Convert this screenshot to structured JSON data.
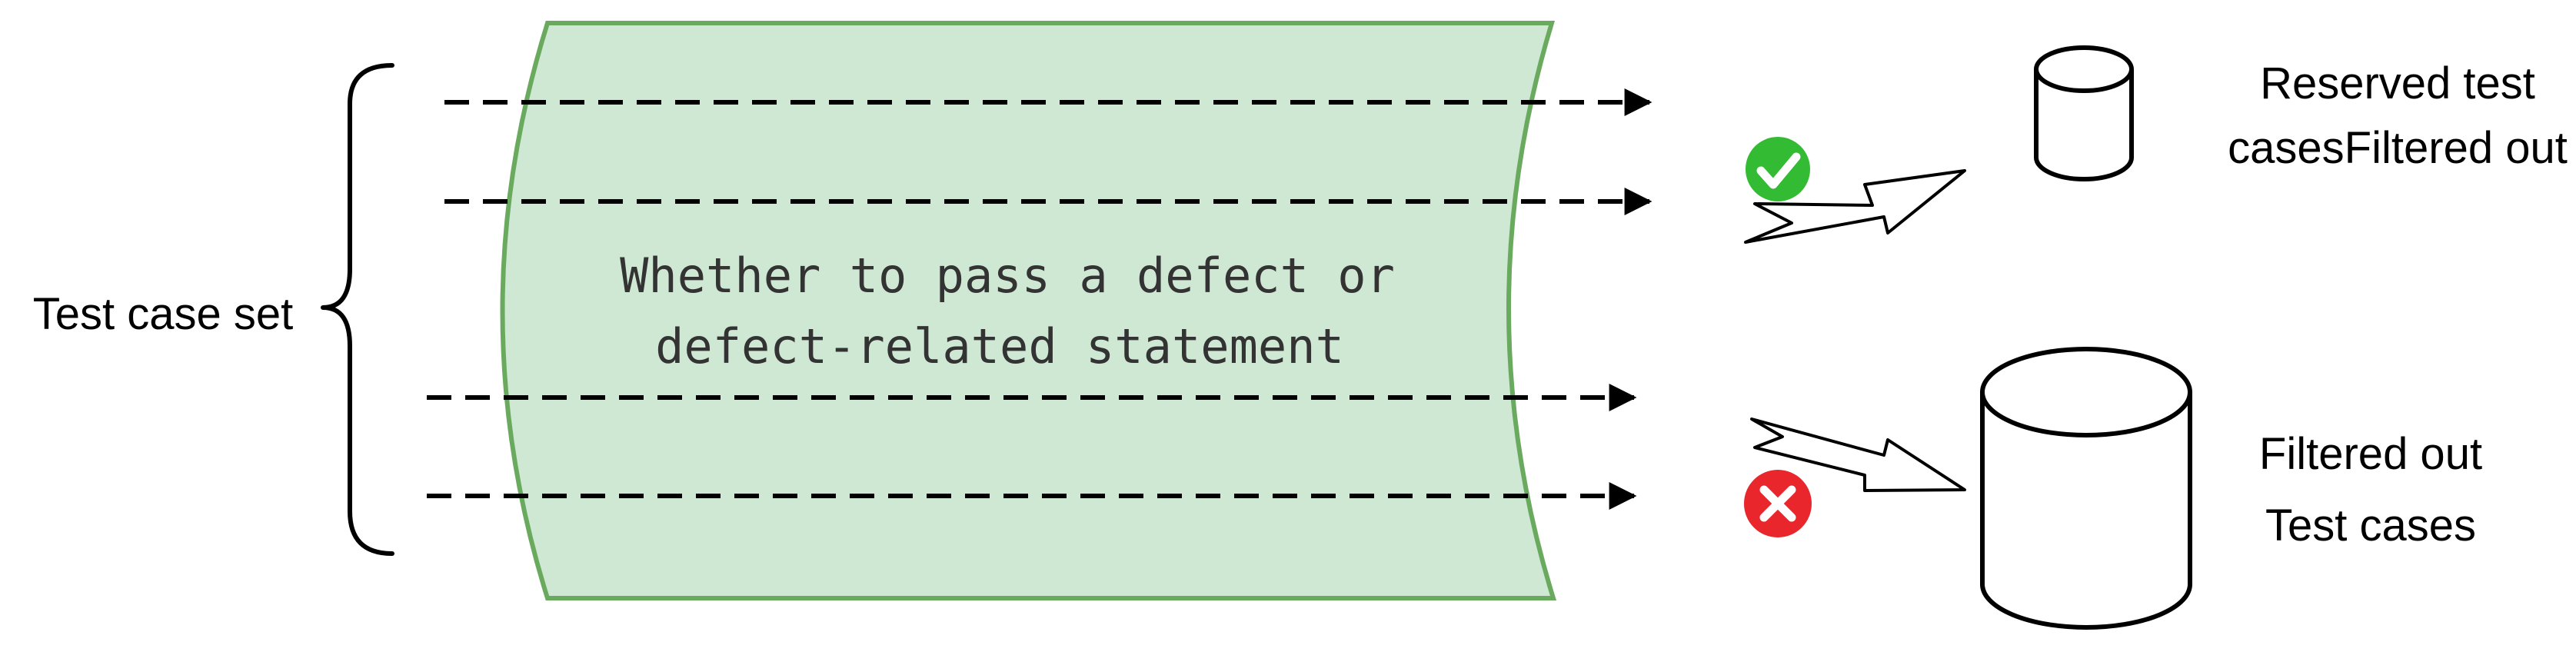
{
  "diagram": {
    "input_label": "Test case set",
    "filter_text_line1": "Whether to pass a defect or",
    "filter_text_line2": "defect-related statement",
    "reserved_label_line1": "Reserved test",
    "reserved_label_line2": "casesFiltered out",
    "filtered_label_line1": "Filtered out",
    "filtered_label_line2": "Test cases",
    "icons": {
      "pass": "check-icon",
      "fail": "cross-icon"
    },
    "colors": {
      "filter_fill": "#cfe8d3",
      "filter_stroke": "#6aaa5e",
      "pass_icon": "#33bb33",
      "fail_icon": "#e8262b"
    }
  }
}
